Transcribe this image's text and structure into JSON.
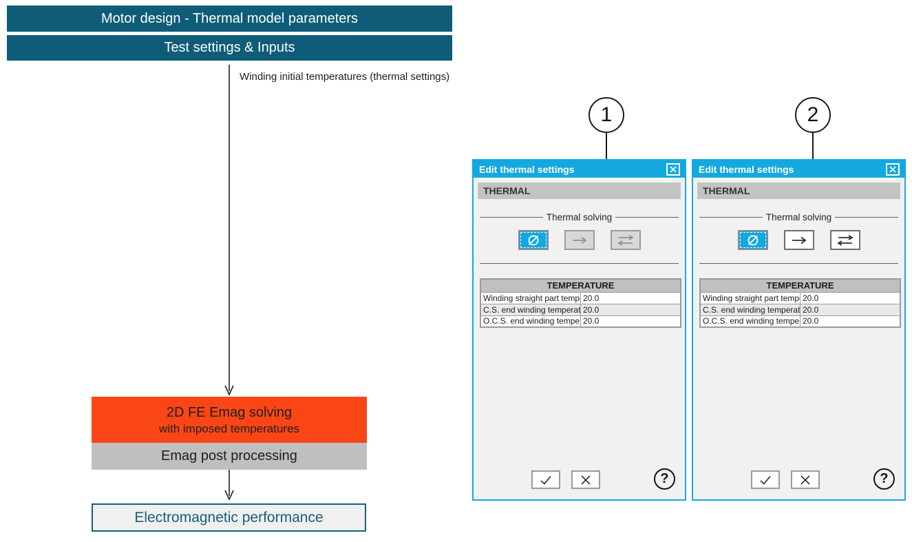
{
  "flowchart": {
    "banner1": "Motor design - Thermal model parameters",
    "banner2": "Test settings & Inputs",
    "arrow_label": "Winding initial temperatures (thermal settings)",
    "solve_box_line1": "2D FE Emag solving",
    "solve_box_line2": "with imposed temperatures",
    "post_box": "Emag post processing",
    "result_box": "Electromagnetic performance"
  },
  "callouts": [
    {
      "number": "1"
    },
    {
      "number": "2"
    }
  ],
  "icons": {
    "close": "x-in-box",
    "ok": "checkmark",
    "cancel": "x-cross",
    "help": "?",
    "solve_none": "empty-set",
    "solve_one_direction": "right-arrow",
    "solve_two_direction": "bidirectional-arrows"
  },
  "colors": {
    "banner_teal": "#0e5c78",
    "dialog_cyan": "#14a8e1",
    "solve_orange": "#fa4616",
    "post_gray": "#bfbfbf",
    "result_teal": "#156076",
    "header_gray": "#c3c3c3"
  },
  "dialogs": [
    {
      "title": "Edit thermal settings",
      "section_header": "THERMAL",
      "group_label": "Thermal solving",
      "solving_buttons": [
        {
          "name": "none",
          "state": "selected",
          "css": "tool-btn selected"
        },
        {
          "name": "one-directional",
          "state": "disabled",
          "css": "tool-btn disabled"
        },
        {
          "name": "bi-directional",
          "state": "disabled",
          "css": "tool-btn disabled"
        }
      ],
      "table": {
        "header": "TEMPERATURE",
        "rows": [
          {
            "label": "Winding straight part temperature (°C)",
            "value": "20.0"
          },
          {
            "label": "C.S. end winding temperature (°C)",
            "value": "20.0"
          },
          {
            "label": "O.C.S. end winding temperature (°C)",
            "value": "20.0"
          }
        ]
      }
    },
    {
      "title": "Edit thermal settings",
      "section_header": "THERMAL",
      "group_label": "Thermal solving",
      "solving_buttons": [
        {
          "name": "none",
          "state": "selected",
          "css": "tool-btn selected"
        },
        {
          "name": "one-directional",
          "state": "enabled",
          "css": "tool-btn enabled"
        },
        {
          "name": "bi-directional",
          "state": "enabled",
          "css": "tool-btn enabled"
        }
      ],
      "table": {
        "header": "TEMPERATURE",
        "rows": [
          {
            "label": "Winding straight part temperature (°C)",
            "value": "20.0"
          },
          {
            "label": "C.S. end winding temperature (°C)",
            "value": "20.0"
          },
          {
            "label": "O.C.S. end winding temperature (°C)",
            "value": "20.0"
          }
        ]
      }
    }
  ]
}
